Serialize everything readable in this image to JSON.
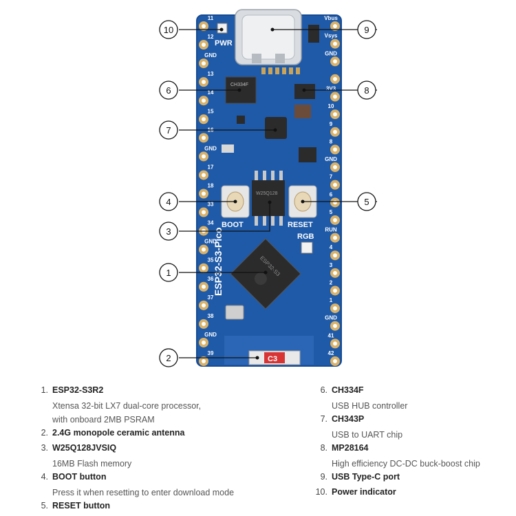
{
  "board": {
    "silkscreen_name": "ESP32-S3-Pico",
    "pwr_label": "PWR",
    "boot_label": "BOOT",
    "reset_label": "RESET",
    "rgb_label": "RGB",
    "antenna_label": "C3",
    "chip_ch334f": "CH334F",
    "chip_flash": "W25Q128",
    "chip_esp": "ESP32-S3",
    "left_pins": [
      "11",
      "12",
      "GND",
      "13",
      "14",
      "15",
      "16",
      "GND",
      "17",
      "18",
      "33",
      "34",
      "GND",
      "35",
      "36",
      "37",
      "38",
      "GND",
      "39"
    ],
    "right_pins": [
      "Vbus",
      "Vsys",
      "GND",
      "",
      "3V3",
      "10",
      "9",
      "8",
      "GND",
      "7",
      "6",
      "5",
      "RUN",
      "4",
      "3",
      "2",
      "1",
      "GND",
      "41",
      "42"
    ],
    "colors": {
      "pcb": "#1f5aa8",
      "pcb_edge": "#174a92",
      "pad": "#d9b26a",
      "chip": "#2b2b2b"
    }
  },
  "callouts": [
    {
      "number": "1",
      "target": "ESP32-S3R2"
    },
    {
      "number": "2",
      "target": "antenna"
    },
    {
      "number": "3",
      "target": "W25Q128JVSIQ"
    },
    {
      "number": "4",
      "target": "BOOT button"
    },
    {
      "number": "5",
      "target": "RESET button"
    },
    {
      "number": "6",
      "target": "CH334F"
    },
    {
      "number": "7",
      "target": "CH343P"
    },
    {
      "number": "8",
      "target": "MP28164"
    },
    {
      "number": "9",
      "target": "USB Type-C port"
    },
    {
      "number": "10",
      "target": "Power indicator"
    }
  ],
  "legend": {
    "left": [
      {
        "num": "1.",
        "title": "ESP32-S3R2",
        "desc": [
          "Xtensa 32-bit LX7 dual-core processor,",
          "with onboard 2MB PSRAM"
        ]
      },
      {
        "num": "2.",
        "title": "2.4G monopole ceramic antenna",
        "desc": []
      },
      {
        "num": "3.",
        "title": "W25Q128JVSIQ",
        "desc": [
          "16MB Flash memory"
        ]
      },
      {
        "num": "4.",
        "title": "BOOT button",
        "desc": [
          "Press it when resetting to enter download mode"
        ]
      },
      {
        "num": "5.",
        "title": "RESET button",
        "desc": []
      }
    ],
    "right": [
      {
        "num": "6.",
        "title": "CH334F",
        "desc": [
          "USB HUB controller"
        ]
      },
      {
        "num": "7.",
        "title": "CH343P",
        "desc": [
          "USB to UART chip"
        ]
      },
      {
        "num": "8.",
        "title": "MP28164",
        "desc": [
          "High efficiency DC-DC buck-boost chip"
        ]
      },
      {
        "num": "9.",
        "title": "USB Type-C port",
        "desc": []
      },
      {
        "num": "10.",
        "title": "Power indicator",
        "desc": []
      }
    ]
  }
}
